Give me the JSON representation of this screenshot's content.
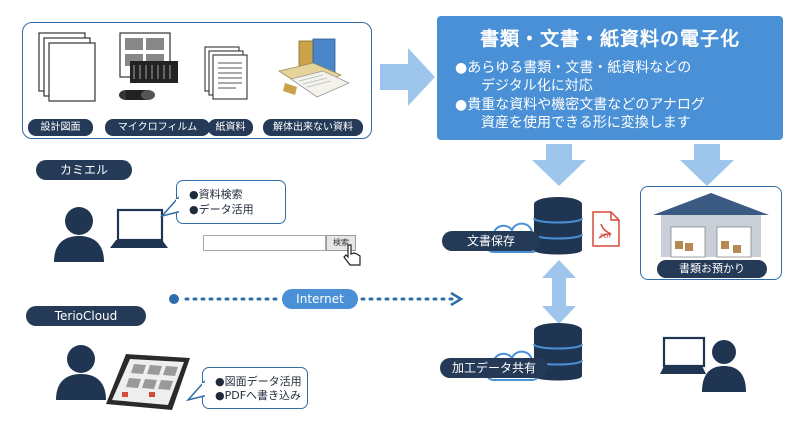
{
  "documents": {
    "labels": [
      "設計図面",
      "マイクロフィルム",
      "紙資料",
      "解体出来ない資料"
    ]
  },
  "digitization": {
    "title": "書類・文書・紙資料の電子化",
    "bullets": [
      "●あらゆる書類・文書・紙資料などの",
      "デジタル化に対応",
      "●貴重な資料や機密文書などのアナログ",
      "資産を使用できる形に変換します"
    ]
  },
  "kamieru": {
    "label": "カミエル",
    "callout": [
      "●資料検索",
      "●データ活用"
    ],
    "search_button": "検索"
  },
  "terio": {
    "label": "TerioCloud",
    "callout": [
      "●図面データ活用",
      "●PDFへ書き込み"
    ]
  },
  "network": {
    "internet_label": "Internet"
  },
  "storage": {
    "doc_storage_label": "文書保存",
    "processed_share_label": "加工データ共有",
    "pdf_label": "PDF"
  },
  "warehouse": {
    "label": "書類お預かり"
  },
  "colors": {
    "accent_blue": "#4a90d6",
    "light_arrow": "#9ec6ec",
    "navy": "#243a57",
    "border_blue": "#2f6ea8"
  }
}
